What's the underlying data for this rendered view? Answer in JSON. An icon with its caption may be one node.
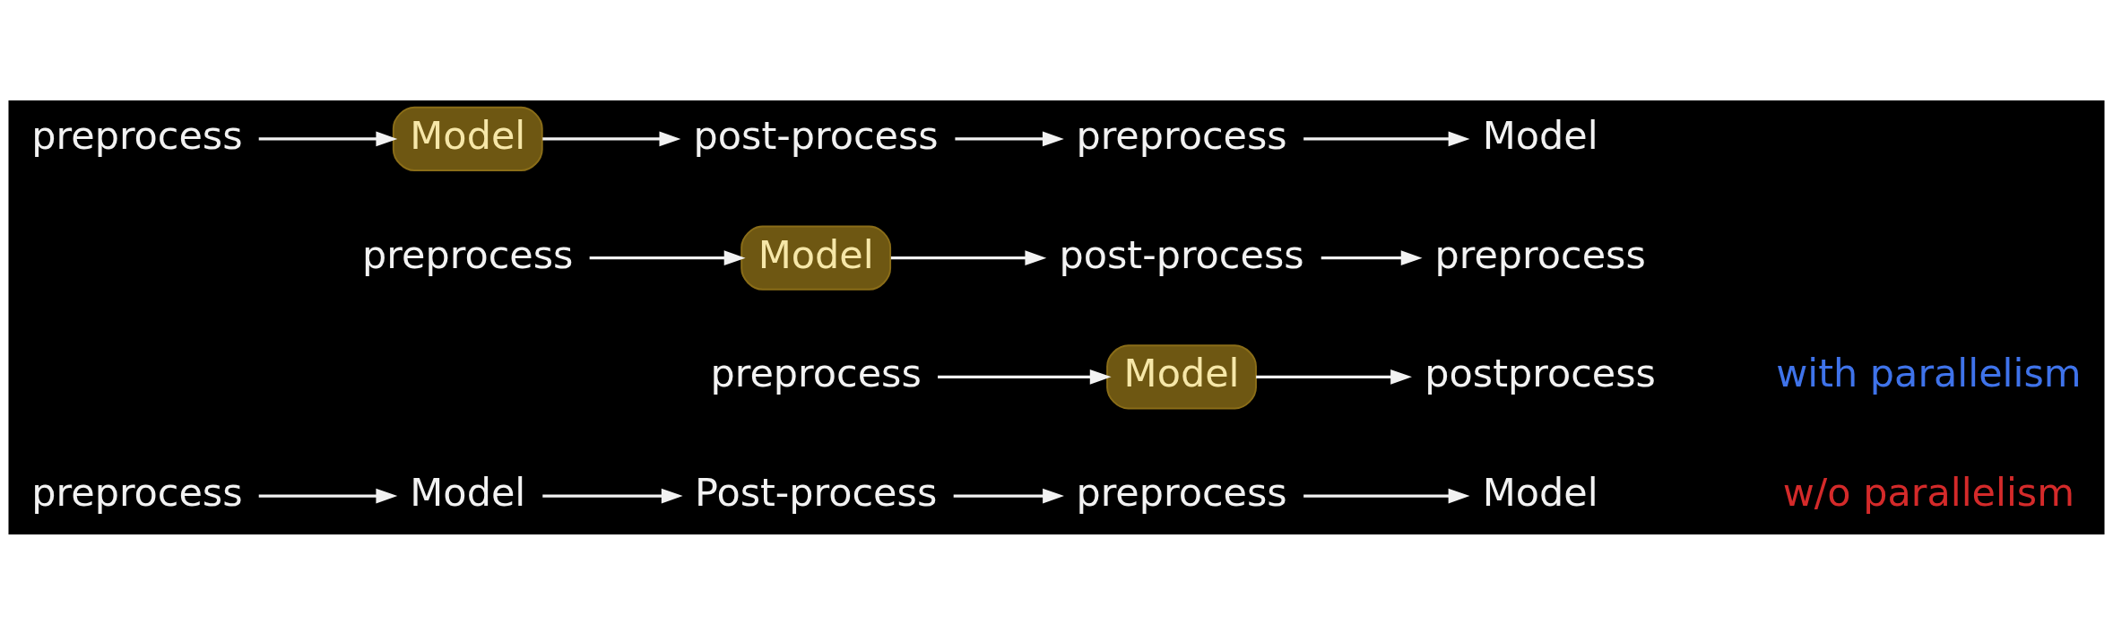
{
  "diagram": {
    "nodes": [
      {
        "text": [
          "preprocess"
        ]
      },
      {
        "text": [
          "Model"
        ]
      },
      {
        "text": [
          "post-process"
        ]
      },
      {
        "text": [
          "preprocess"
        ]
      },
      {
        "text": [
          "Model"
        ]
      },
      {
        "text": [
          "preprocess"
        ]
      },
      {
        "text": [
          "Model"
        ]
      },
      {
        "text": [
          "post-process"
        ]
      },
      {
        "text": [
          "preprocess"
        ]
      },
      {
        "text": [
          "preprocess"
        ]
      },
      {
        "text": [
          "Model"
        ]
      },
      {
        "text": [
          "postprocess"
        ]
      },
      {
        "text": [
          "preprocess"
        ]
      },
      {
        "text": [
          "Model"
        ]
      },
      {
        "text": [
          "Post-process"
        ]
      },
      {
        "text": [
          "preprocess"
        ]
      },
      {
        "text": [
          "Model"
        ]
      }
    ],
    "edges": [
      {
        "from": 0,
        "to": 1,
        "arrow": "to"
      },
      {
        "from": 1,
        "to": 2,
        "arrow": "to"
      },
      {
        "from": 2,
        "to": 3,
        "arrow": "to"
      },
      {
        "from": 3,
        "to": 4,
        "arrow": "to"
      },
      {
        "from": 5,
        "to": 6,
        "arrow": "to"
      },
      {
        "from": 6,
        "to": 7,
        "arrow": "to"
      },
      {
        "from": 7,
        "to": 8,
        "arrow": "to"
      },
      {
        "from": 9,
        "to": 10,
        "arrow": "to"
      },
      {
        "from": 10,
        "to": 11,
        "arrow": "to"
      },
      {
        "from": 12,
        "to": 13,
        "arrow": "to"
      },
      {
        "from": 13,
        "to": 14,
        "arrow": "to"
      },
      {
        "from": 14,
        "to": 15,
        "arrow": "to"
      },
      {
        "from": 15,
        "to": 16,
        "arrow": "to"
      }
    ],
    "labels": [
      "with parallelism",
      "w/o parallelism"
    ]
  }
}
